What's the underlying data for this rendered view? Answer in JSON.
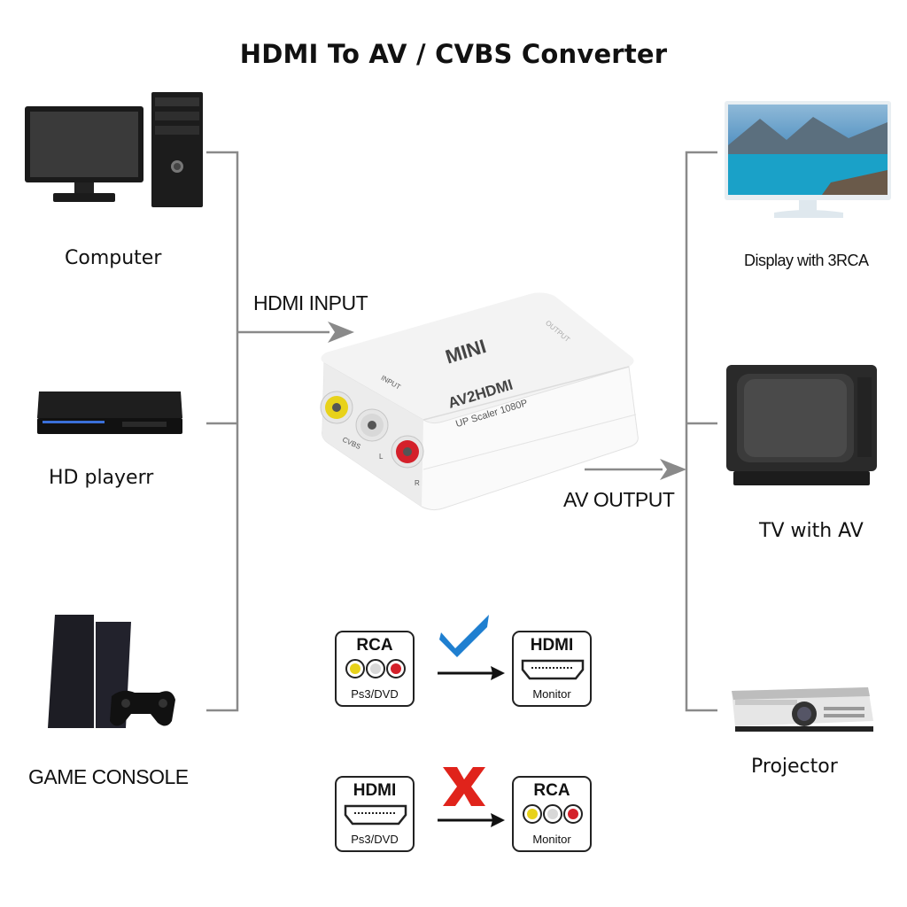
{
  "title": "HDMI To AV / CVBS Converter",
  "sources": {
    "computer": "Computer",
    "hd_player": "HD playerr",
    "game_console": "GAME CONSOLE"
  },
  "outputs": {
    "display": "Display with 3RCA",
    "tv": "TV with AV",
    "projector": "Projector"
  },
  "flow": {
    "input_label": "HDMI INPUT",
    "output_label": "AV OUTPUT"
  },
  "device": {
    "brand": "MINI",
    "model": "AV2HDMI",
    "subtitle": "UP Scaler 1080P",
    "input_tag": "INPUT",
    "output_tag": "OUTPUT",
    "cvbs_tag": "CVBS",
    "l_tag": "L",
    "r_tag": "R"
  },
  "compat": {
    "ok_row": {
      "source_head": "RCA",
      "source_foot": "Ps3/DVD",
      "target_head": "HDMI",
      "target_foot": "Monitor",
      "status_icon": "check-icon"
    },
    "bad_row": {
      "source_head": "HDMI",
      "source_foot": "Ps3/DVD",
      "target_head": "RCA",
      "target_foot": "Monitor",
      "status_icon": "x-icon"
    }
  },
  "colors": {
    "rca_yellow": "#e8d21a",
    "rca_white": "#d8d8d8",
    "rca_red": "#d4202a",
    "check_blue": "#1f7fd0",
    "cross_red": "#e0231b",
    "connector_line": "#8a8a8a"
  }
}
